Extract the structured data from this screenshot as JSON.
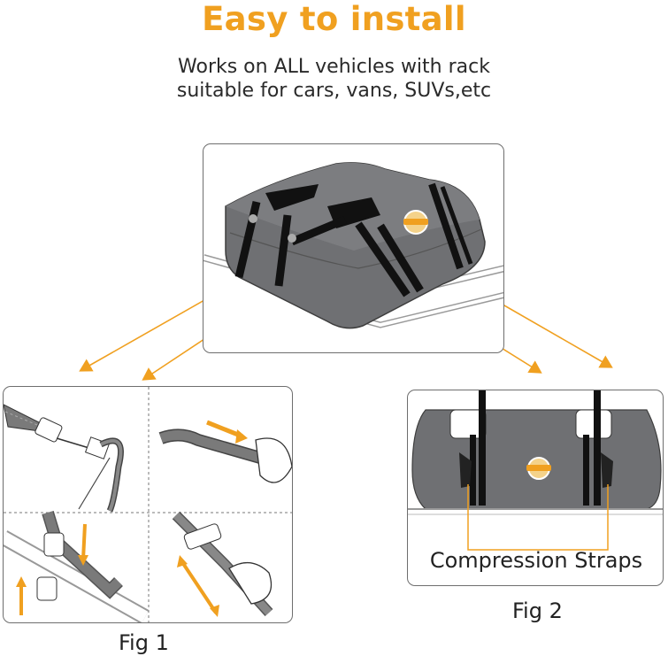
{
  "header": {
    "title": "Easy to install",
    "subtitle_line1": "Works on ALL vehicles with  rack",
    "subtitle_line2": "suitable for cars, vans, SUVs,etc"
  },
  "figures": {
    "fig1_caption": "Fig 1",
    "fig2_caption": "Fig 2",
    "fig2_label": "Compression Straps"
  },
  "colors": {
    "accent": "#f0a020",
    "bag": "#6f7073",
    "strap": "#111111",
    "outline": "#6e6e6e"
  }
}
